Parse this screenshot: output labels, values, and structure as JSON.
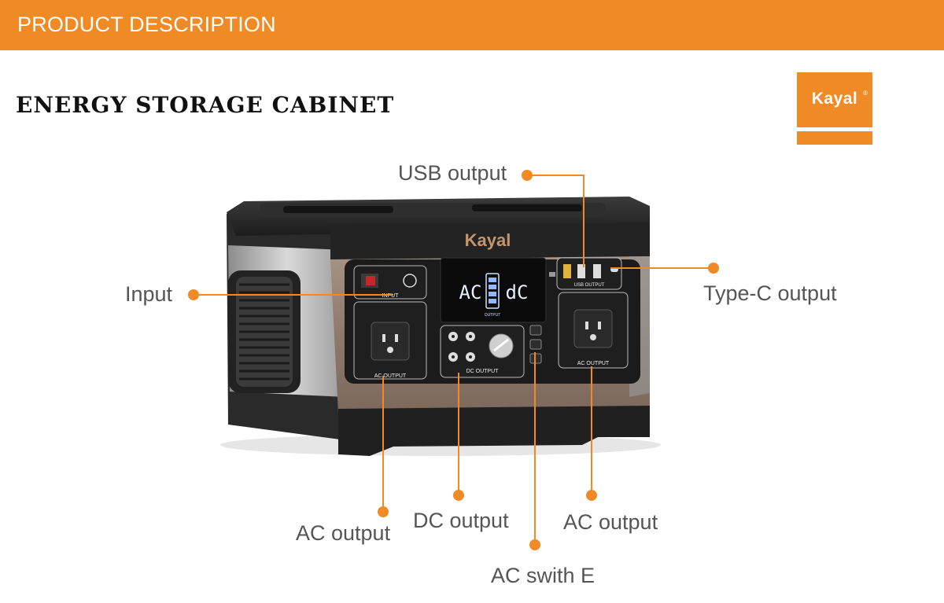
{
  "header": {
    "title": "PRODUCT DESCRIPTION"
  },
  "page": {
    "title": "ENERGY STORAGE CABINET"
  },
  "brand": {
    "logo_text": "Kayal",
    "device_logo": "Kayal",
    "accent": "#f08a24"
  },
  "device": {
    "panels": {
      "input": "INPUT",
      "ac_output_left": "AC OUTPUT",
      "ac_output_right": "AC OUTPUT",
      "usb_output": "USB OUTPUT",
      "dc_output": "DC OUTPUT",
      "display_label": "OUTPUT"
    },
    "display": {
      "left": "AC",
      "right": "dC"
    }
  },
  "callouts": {
    "usb_output": "USB output",
    "input": "Input",
    "type_c_output": "Type-C output",
    "ac_output_left": "AC output",
    "dc_output": "DC output",
    "ac_output_right": "AC output",
    "ac_switch": "AC swith E"
  },
  "icons": [
    "socket-icon",
    "usb-port-icon",
    "type-c-port-icon",
    "dc-port-icon",
    "power-button-icon",
    "led-display-icon",
    "callout-dot-icon"
  ]
}
